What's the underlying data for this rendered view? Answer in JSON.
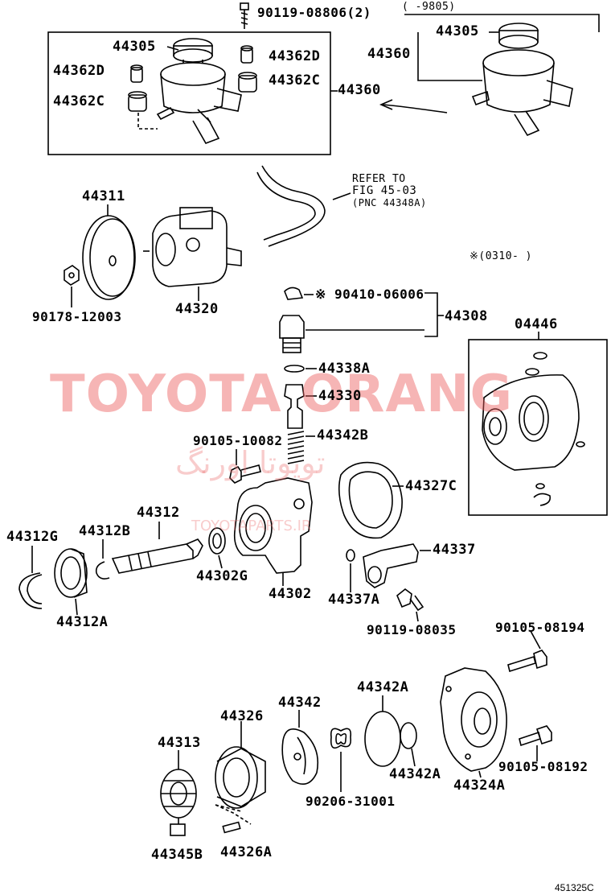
{
  "labels": {
    "p1": "90119-08806(2)",
    "p2": "( -9805)",
    "p3": "44305",
    "p4": "44305",
    "p5": "44360",
    "p6": "44362D",
    "p7": "44362D",
    "p8": "44362C",
    "p9": "44362C",
    "p10": "44360",
    "p11": "44311",
    "p12": "44320",
    "p13": "90178-12003",
    "p14": "REFER TO",
    "p15": "FIG 45-03",
    "p16": "(PNC 44348A)",
    "p17": "※(0310-      )",
    "p18": "※ 90410-06006",
    "p19": "44308",
    "p20": "04446",
    "p21": "44338A",
    "p22": "44330",
    "p23": "90105-10082",
    "p24": "44342B",
    "p25": "44327C",
    "p26": "44312",
    "p27": "44312G",
    "p28": "44312B",
    "p29": "44337",
    "p30": "44302G",
    "p31": "44302",
    "p32": "44337A",
    "p33": "44312A",
    "p34": "90119-08035",
    "p35": "90105-08194",
    "p36": "44342A",
    "p37": "44342",
    "p38": "44326",
    "p39": "44313",
    "p40": "90206-31001",
    "p41": "44342A",
    "p42": "44324A",
    "p43": "90105-08192",
    "p44": "44345B",
    "p45": "44326A"
  },
  "watermark": {
    "main": "TOYOTA ORANG",
    "arabic": "تويوتا اورنگ",
    "site": "TOYOTAPARTS.IR"
  },
  "drawing_code": "451325C"
}
